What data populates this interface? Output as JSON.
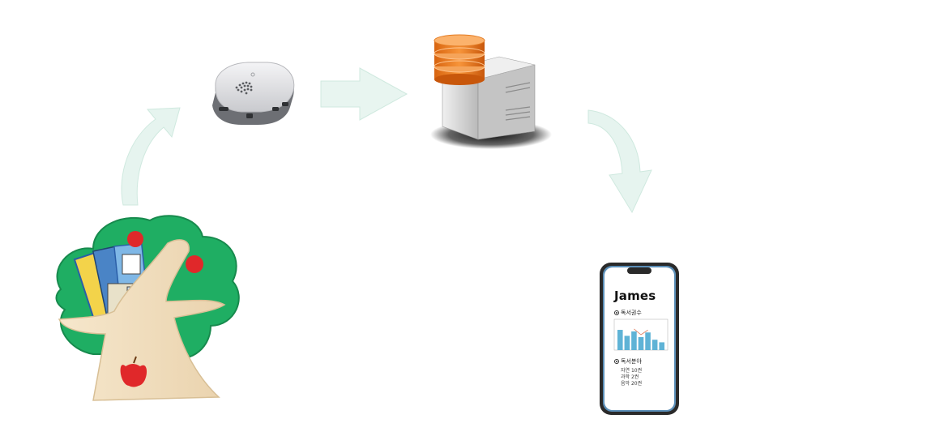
{
  "phone": {
    "name": "James",
    "section_books": "독서권수",
    "section_genre": "독서분야",
    "genres": [
      "자연 10권",
      "과학 2권",
      "음악 20권"
    ],
    "bar_levels": [
      0.78,
      0.55,
      0.72,
      0.5,
      0.68,
      0.4,
      0.3
    ],
    "accent_color": "#5fb3d6"
  },
  "colors": {
    "arrow": "#e6f4ef",
    "tree_green": "#1fae63",
    "wood": "#f2dfc0",
    "apple": "#e0282a",
    "db_orange": "#ee7a1f",
    "phone_frame": "#2a2a2a"
  },
  "icons": {
    "bookshelf": "tree-bookshelf-icon",
    "device": "reader-device-icon",
    "server": "database-server-icon",
    "phone": "smartphone-icon"
  }
}
